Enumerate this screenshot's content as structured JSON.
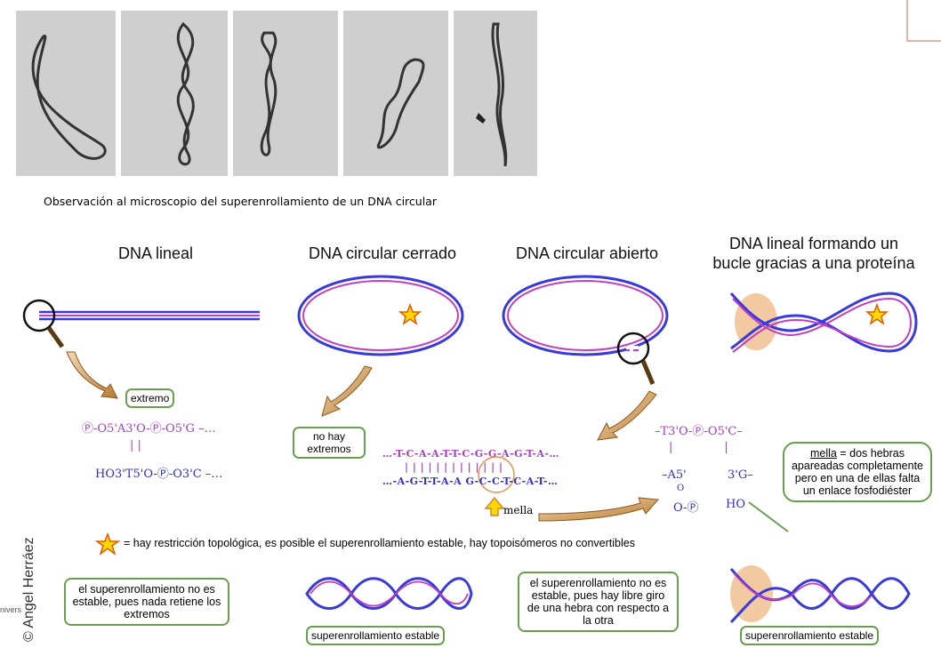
{
  "photos": {
    "caption": "Observación al microscopio del superenrollamiento de un DNA circular"
  },
  "headings": {
    "linear": "DNA lineal",
    "circular_closed": "DNA circular cerrado",
    "circular_open": "DNA circular abierto",
    "looped_line1": "DNA lineal formando un",
    "looped_line2": "bucle gracias a una proteína"
  },
  "linear_detail": {
    "label": "extremo",
    "top_strand": "Ⓟ-O5'A3'O-Ⓟ-O5'G –…",
    "bottom_strand": "HO3'T5'O-Ⓟ-O3'C –…",
    "bond_marks": "|                |"
  },
  "closed_detail": {
    "label_line1": "no hay",
    "label_line2": "extremos"
  },
  "open_detail": {
    "top_sequence": "…-T-C-A-A-T-T-C-G-G-A-G-T-A-…",
    "pairs": "| | | | | | | | | | | | |",
    "bottom_sequence": "…-A-G-T-T-A-A G-C-C-T-C-A-T-…",
    "nick_label": "mella",
    "nick_top": "–T3'O-Ⓟ-O5'C–",
    "nick_left_mid": "–A5'",
    "nick_left_o": "O",
    "nick_left_p": "O-Ⓟ",
    "nick_right_mid": "3'G–",
    "nick_right_ho": "HO",
    "definition_term": "mella",
    "definition_rest": " = dos hebras apareadas completamente pero en una de ellas falta un enlace fosfodiéster"
  },
  "legend": {
    "text": "= hay restricción topológica, es posible el superenrollamiento estable, hay topoisómeros no convertibles"
  },
  "bottom": {
    "linear_note": "el superenrollamiento no es estable, pues nada retiene los extremos",
    "closed_label": "superenrollamiento estable",
    "open_note": "el superenrollamiento no es estable, pues hay libre giro de una hebra con respecto a la otra",
    "looped_label": "superenrollamiento estable"
  },
  "credit": "© Angel Herráez",
  "edge_fragment": "nivers",
  "colors": {
    "outer_strand": "#3a3ad8",
    "inner_strand": "#c040c0",
    "arrow": "#c98a3a",
    "box_border": "#6a9e4f",
    "protein": "#f2c9a0",
    "star_fill": "#ffd700",
    "star_stroke": "#e05a00"
  }
}
